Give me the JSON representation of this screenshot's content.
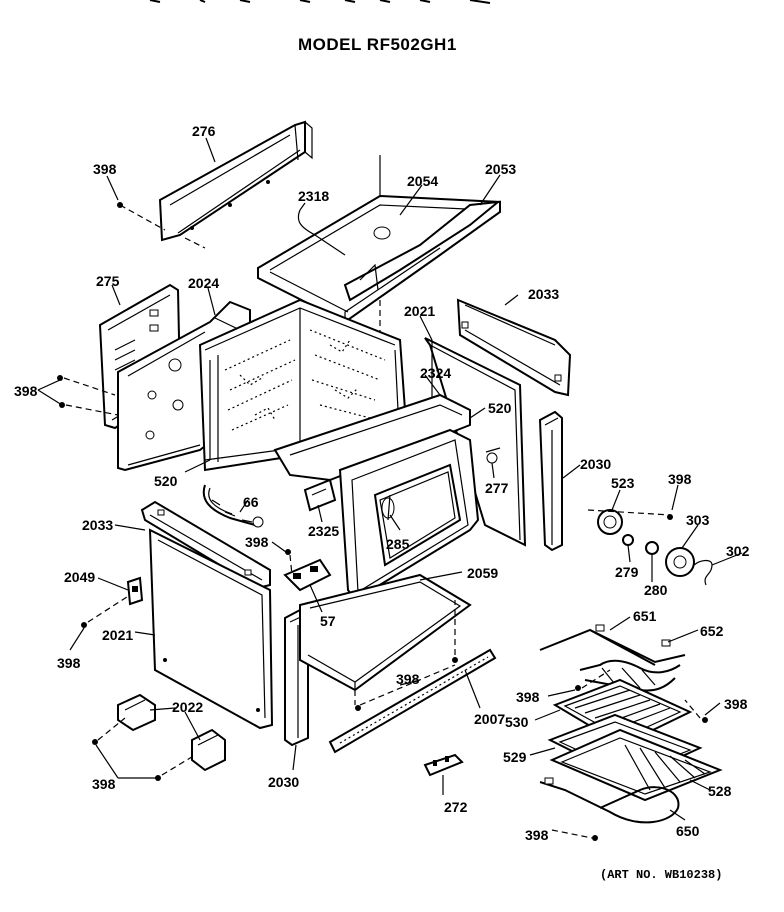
{
  "title": "MODEL RF502GH1",
  "art_number": "(ART NO. WB10238)",
  "labels": {
    "l276": "276",
    "l398_a": "398",
    "l2318": "2318",
    "l2054": "2054",
    "l2053": "2053",
    "l275": "275",
    "l2024": "2024",
    "l2021_top": "2021",
    "l2033_top": "2033",
    "l398_b": "398",
    "l2324": "2324",
    "l520_a": "520",
    "l520_b": "520",
    "l277": "277",
    "l2030_right": "2030",
    "l523": "523",
    "l398_c": "398",
    "l303": "303",
    "l302": "302",
    "l66": "66",
    "l2033_left": "2033",
    "l398_d": "398",
    "l2325": "2325",
    "l285": "285",
    "l279": "279",
    "l280": "280",
    "l2049": "2049",
    "l2059": "2059",
    "l57": "57",
    "l651": "651",
    "l652": "652",
    "l398_e": "398",
    "l2021_left": "2021",
    "l398_f": "398",
    "l2007": "2007",
    "l398_g": "398",
    "l398_h": "398",
    "l530": "530",
    "l2022": "2022",
    "l529": "529",
    "l528": "528",
    "l398_i": "398",
    "l2030_bottom": "2030",
    "l272": "272",
    "l650": "650",
    "l398_j": "398"
  }
}
